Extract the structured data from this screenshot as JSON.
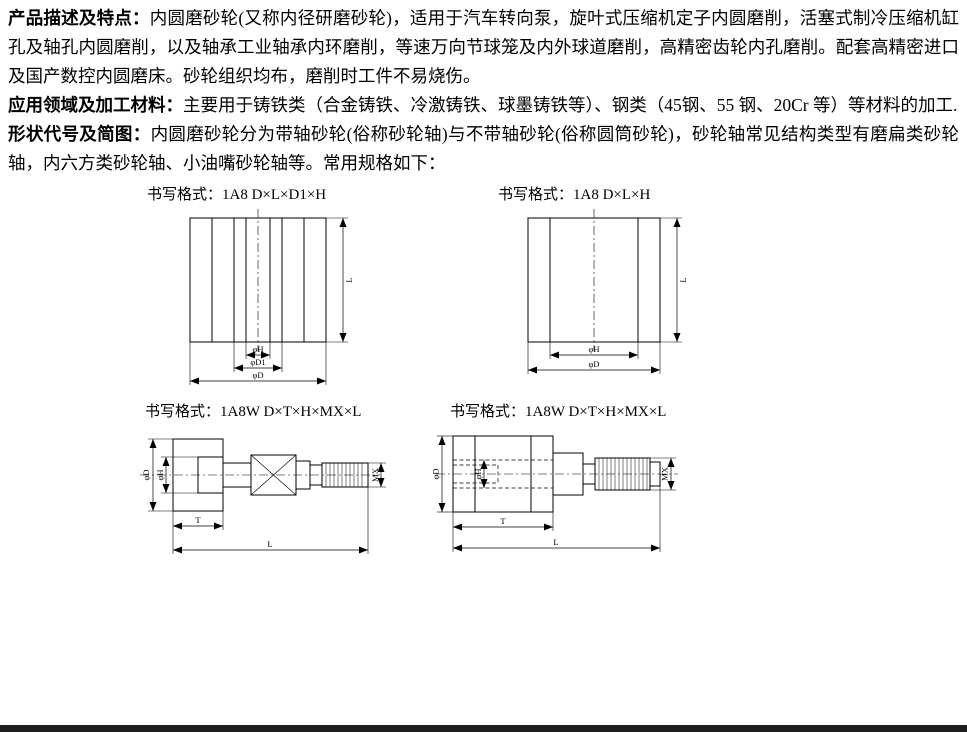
{
  "page": {
    "bottom_bar_color": "#1e1e1e"
  },
  "sections": [
    {
      "heading": "产品描述及特点：",
      "body": "内圆磨砂轮(又称内径研磨砂轮)，适用于汽车转向泵，旋叶式压缩机定子内圆磨削，活塞式制冷压缩机缸孔及轴孔内圆磨削，以及轴承工业轴承内环磨削，等速万向节球笼及内外球道磨削，高精密齿轮内孔磨削。配套高精密进口及国产数控内圆磨床。砂轮组织均布，磨削时工件不易烧伤。"
    },
    {
      "heading": "应用领域及加工材料：",
      "body": "主要用于铸铁类（合金铸铁、冷激铸铁、球墨铸铁等）、钢类（45钢、55 钢、20Cr 等）等材料的加工."
    },
    {
      "heading": "形状代号及简图：",
      "body": "内圆磨砂轮分为带轴砂轮(俗称砂轮轴)与不带轴砂轮(俗称圆筒砂轮)，砂轮轴常见结构类型有磨扁类砂轮轴，内六方类砂轮轴、小油嘴砂轮轴等。常用规格如下："
    }
  ],
  "formats": {
    "f1": "书写格式：1A8 D×L×D1×H",
    "f2": "书写格式：1A8 D×L×H",
    "f3": "书写格式：1A8W D×T×H×MX×L",
    "f4": "书写格式：1A8W D×T×H×MX×L"
  },
  "dim_labels": {
    "L": "L",
    "phi_D": "φD",
    "phi_D1": "φD1",
    "phi_H": "φH",
    "T": "T",
    "MX": "MX"
  }
}
